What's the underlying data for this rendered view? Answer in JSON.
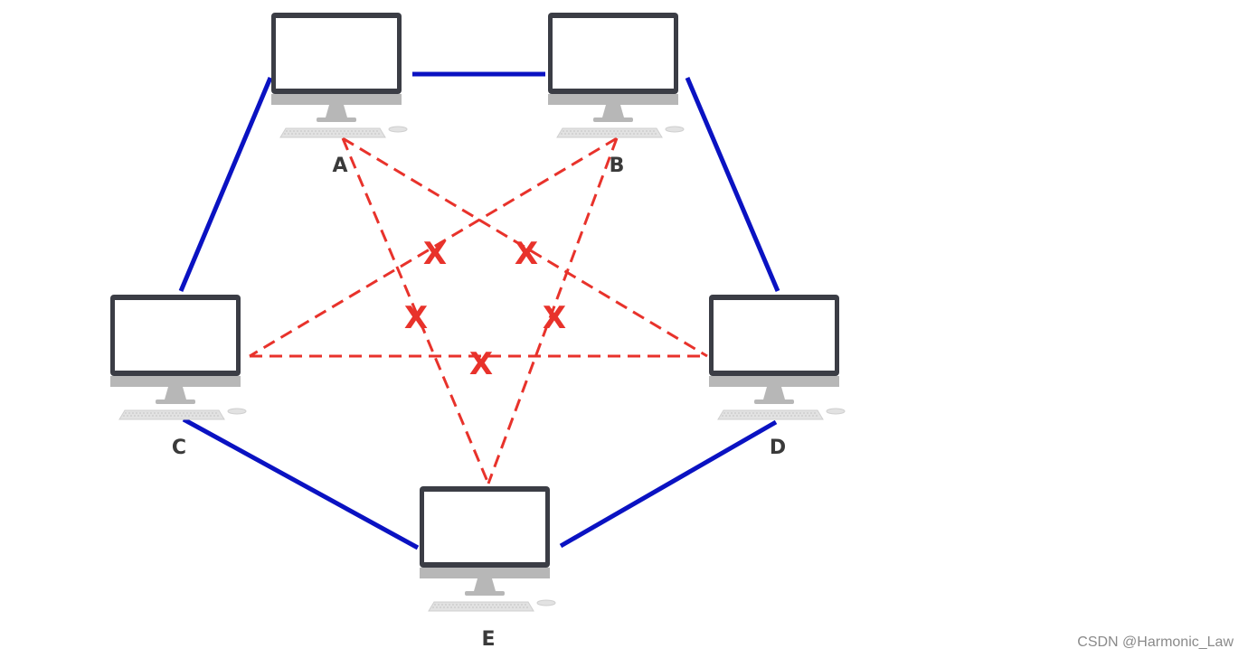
{
  "colors": {
    "link_solid": "#0a12c2",
    "link_blocked": "#e8322b",
    "monitor_frame": "#3b3d45",
    "monitor_screen": "#ffffff",
    "monitor_stand": "#b7b7b7",
    "keyboard": "#e2e2e2"
  },
  "nodes": [
    {
      "id": "A",
      "label": "A"
    },
    {
      "id": "B",
      "label": "B"
    },
    {
      "id": "C",
      "label": "C"
    },
    {
      "id": "D",
      "label": "D"
    },
    {
      "id": "E",
      "label": "E"
    }
  ],
  "solid_links": [
    {
      "from": "A",
      "to": "B"
    },
    {
      "from": "A",
      "to": "C"
    },
    {
      "from": "B",
      "to": "D"
    },
    {
      "from": "C",
      "to": "E"
    },
    {
      "from": "D",
      "to": "E"
    }
  ],
  "blocked_links": [
    {
      "from": "A",
      "to": "D"
    },
    {
      "from": "A",
      "to": "E"
    },
    {
      "from": "B",
      "to": "C"
    },
    {
      "from": "B",
      "to": "E"
    },
    {
      "from": "C",
      "to": "D"
    }
  ],
  "blocked_mark": "X",
  "watermark": "CSDN @Harmonic_Law"
}
